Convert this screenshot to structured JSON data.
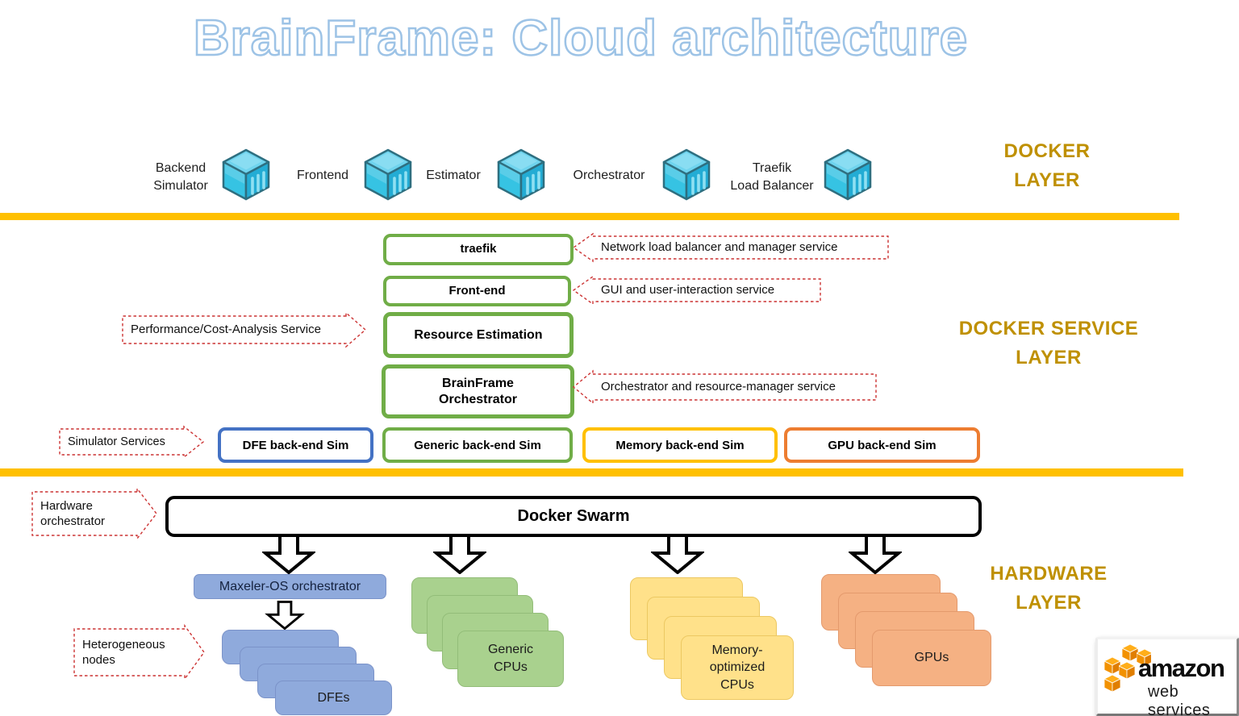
{
  "title": "BrainFrame: Cloud architecture",
  "colors": {
    "divider": "#FFC000",
    "layer_label": "#BF9000",
    "service_green": "#70AD47",
    "sim_blue": "#4472C4",
    "sim_green": "#70AD47",
    "sim_yellow": "#FFC000",
    "sim_orange": "#ED7D31",
    "node_blue": "#8FAADC",
    "node_green": "#A9D18E",
    "node_yellow": "#FFE18A",
    "node_orange": "#F5B183",
    "callout_red": "#cc3333",
    "cube_cyan": "#2EC0E0"
  },
  "docker_layer": {
    "label": "DOCKER\nLAYER",
    "containers": [
      {
        "name": "Backend\nSimulator",
        "icon": "docker-container-cube-icon"
      },
      {
        "name": "Frontend",
        "icon": "docker-container-cube-icon"
      },
      {
        "name": "Estimator",
        "icon": "docker-container-cube-icon"
      },
      {
        "name": "Orchestrator",
        "icon": "docker-container-cube-icon"
      },
      {
        "name": "Traefik\nLoad Balancer",
        "icon": "docker-container-cube-icon"
      }
    ]
  },
  "service_layer": {
    "label": "DOCKER SERVICE\nLAYER",
    "services": [
      {
        "name": "traefik",
        "callout": "Network load balancer and manager service"
      },
      {
        "name": "Front-end",
        "callout": "GUI and user-interaction service"
      },
      {
        "name": "Resource Estimation",
        "callout": "Performance/Cost-Analysis Service"
      },
      {
        "name": "BrainFrame\nOrchestrator",
        "callout": "Orchestrator and resource-manager service"
      }
    ],
    "simulators_callout": "Simulator Services",
    "simulators": [
      {
        "name": "DFE back-end Sim",
        "color": "#4472C4"
      },
      {
        "name": "Generic back-end Sim",
        "color": "#70AD47"
      },
      {
        "name": "Memory back-end Sim",
        "color": "#FFC000"
      },
      {
        "name": "GPU back-end Sim",
        "color": "#ED7D31"
      }
    ]
  },
  "hardware_layer": {
    "label": "HARDWARE\nLAYER",
    "orchestrator_callout": "Hardware\norchestrator",
    "swarm_label": "Docker Swarm",
    "maxeler_label": "Maxeler-OS orchestrator",
    "nodes_callout": "Heterogeneous\nnodes",
    "node_groups": [
      {
        "name": "DFEs",
        "color": "#8FAADC"
      },
      {
        "name": "Generic\nCPUs",
        "color": "#A9D18E"
      },
      {
        "name": "Memory-\noptimized\nCPUs",
        "color": "#FFE18A"
      },
      {
        "name": "GPUs",
        "color": "#F5B183"
      }
    ]
  },
  "aws_logo": {
    "line1": "amazon",
    "line2": "web services"
  }
}
